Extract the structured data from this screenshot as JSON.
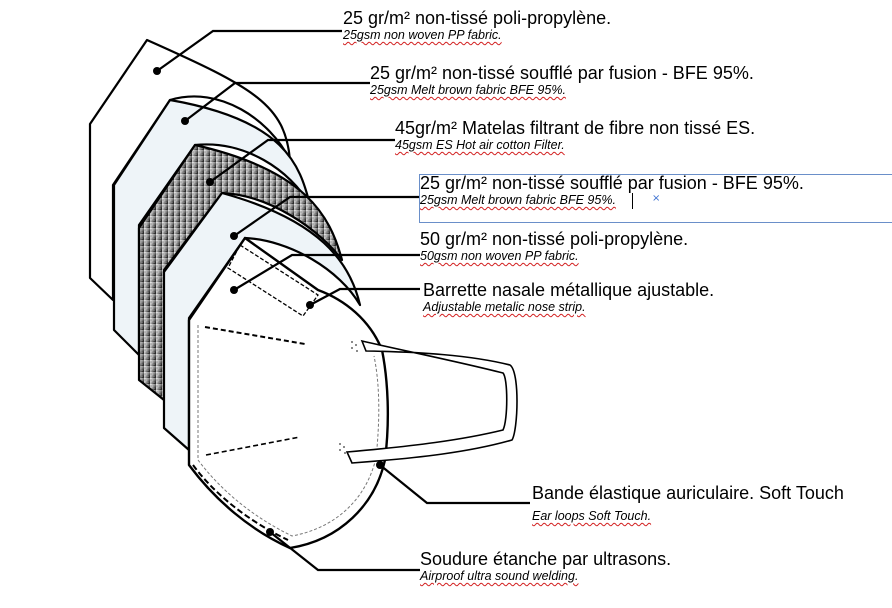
{
  "labels": [
    {
      "fr": "25 gr/m² non-tissé poli-propylène.",
      "en": "25gsm non woven PP fabric."
    },
    {
      "fr": "25 gr/m² non-tissé soufflé par fusion - BFE 95%.",
      "en": "25gsm Melt brown fabric BFE 95%."
    },
    {
      "fr": "45gr/m² Matelas filtrant de fibre non tissé ES.",
      "en": "45gsm  ES Hot air cotton Filter."
    },
    {
      "fr": "25 gr/m² non-tissé soufflé par fusion  - BFE 95%.",
      "en": "25gsm Melt brown fabric BFE 95%."
    },
    {
      "fr": "50 gr/m² non-tissé poli-propylène.",
      "en": "50gsm non woven PP fabric."
    },
    {
      "fr": "Barrette nasale métallique ajustable.",
      "en": "Adjustable metalic nose strip."
    },
    {
      "fr": "Bande élastique auriculaire. Soft Touch",
      "en": "Ear loops Soft Touch."
    },
    {
      "fr": "Soudure étanche  par ultrasons.",
      "en": "Airproof ultra sound welding."
    }
  ],
  "colors": {
    "outline": "#000000",
    "layer_fill": "#eef4f8",
    "spellcheck": "#d21f1f",
    "selection": "#6a8fc9"
  }
}
